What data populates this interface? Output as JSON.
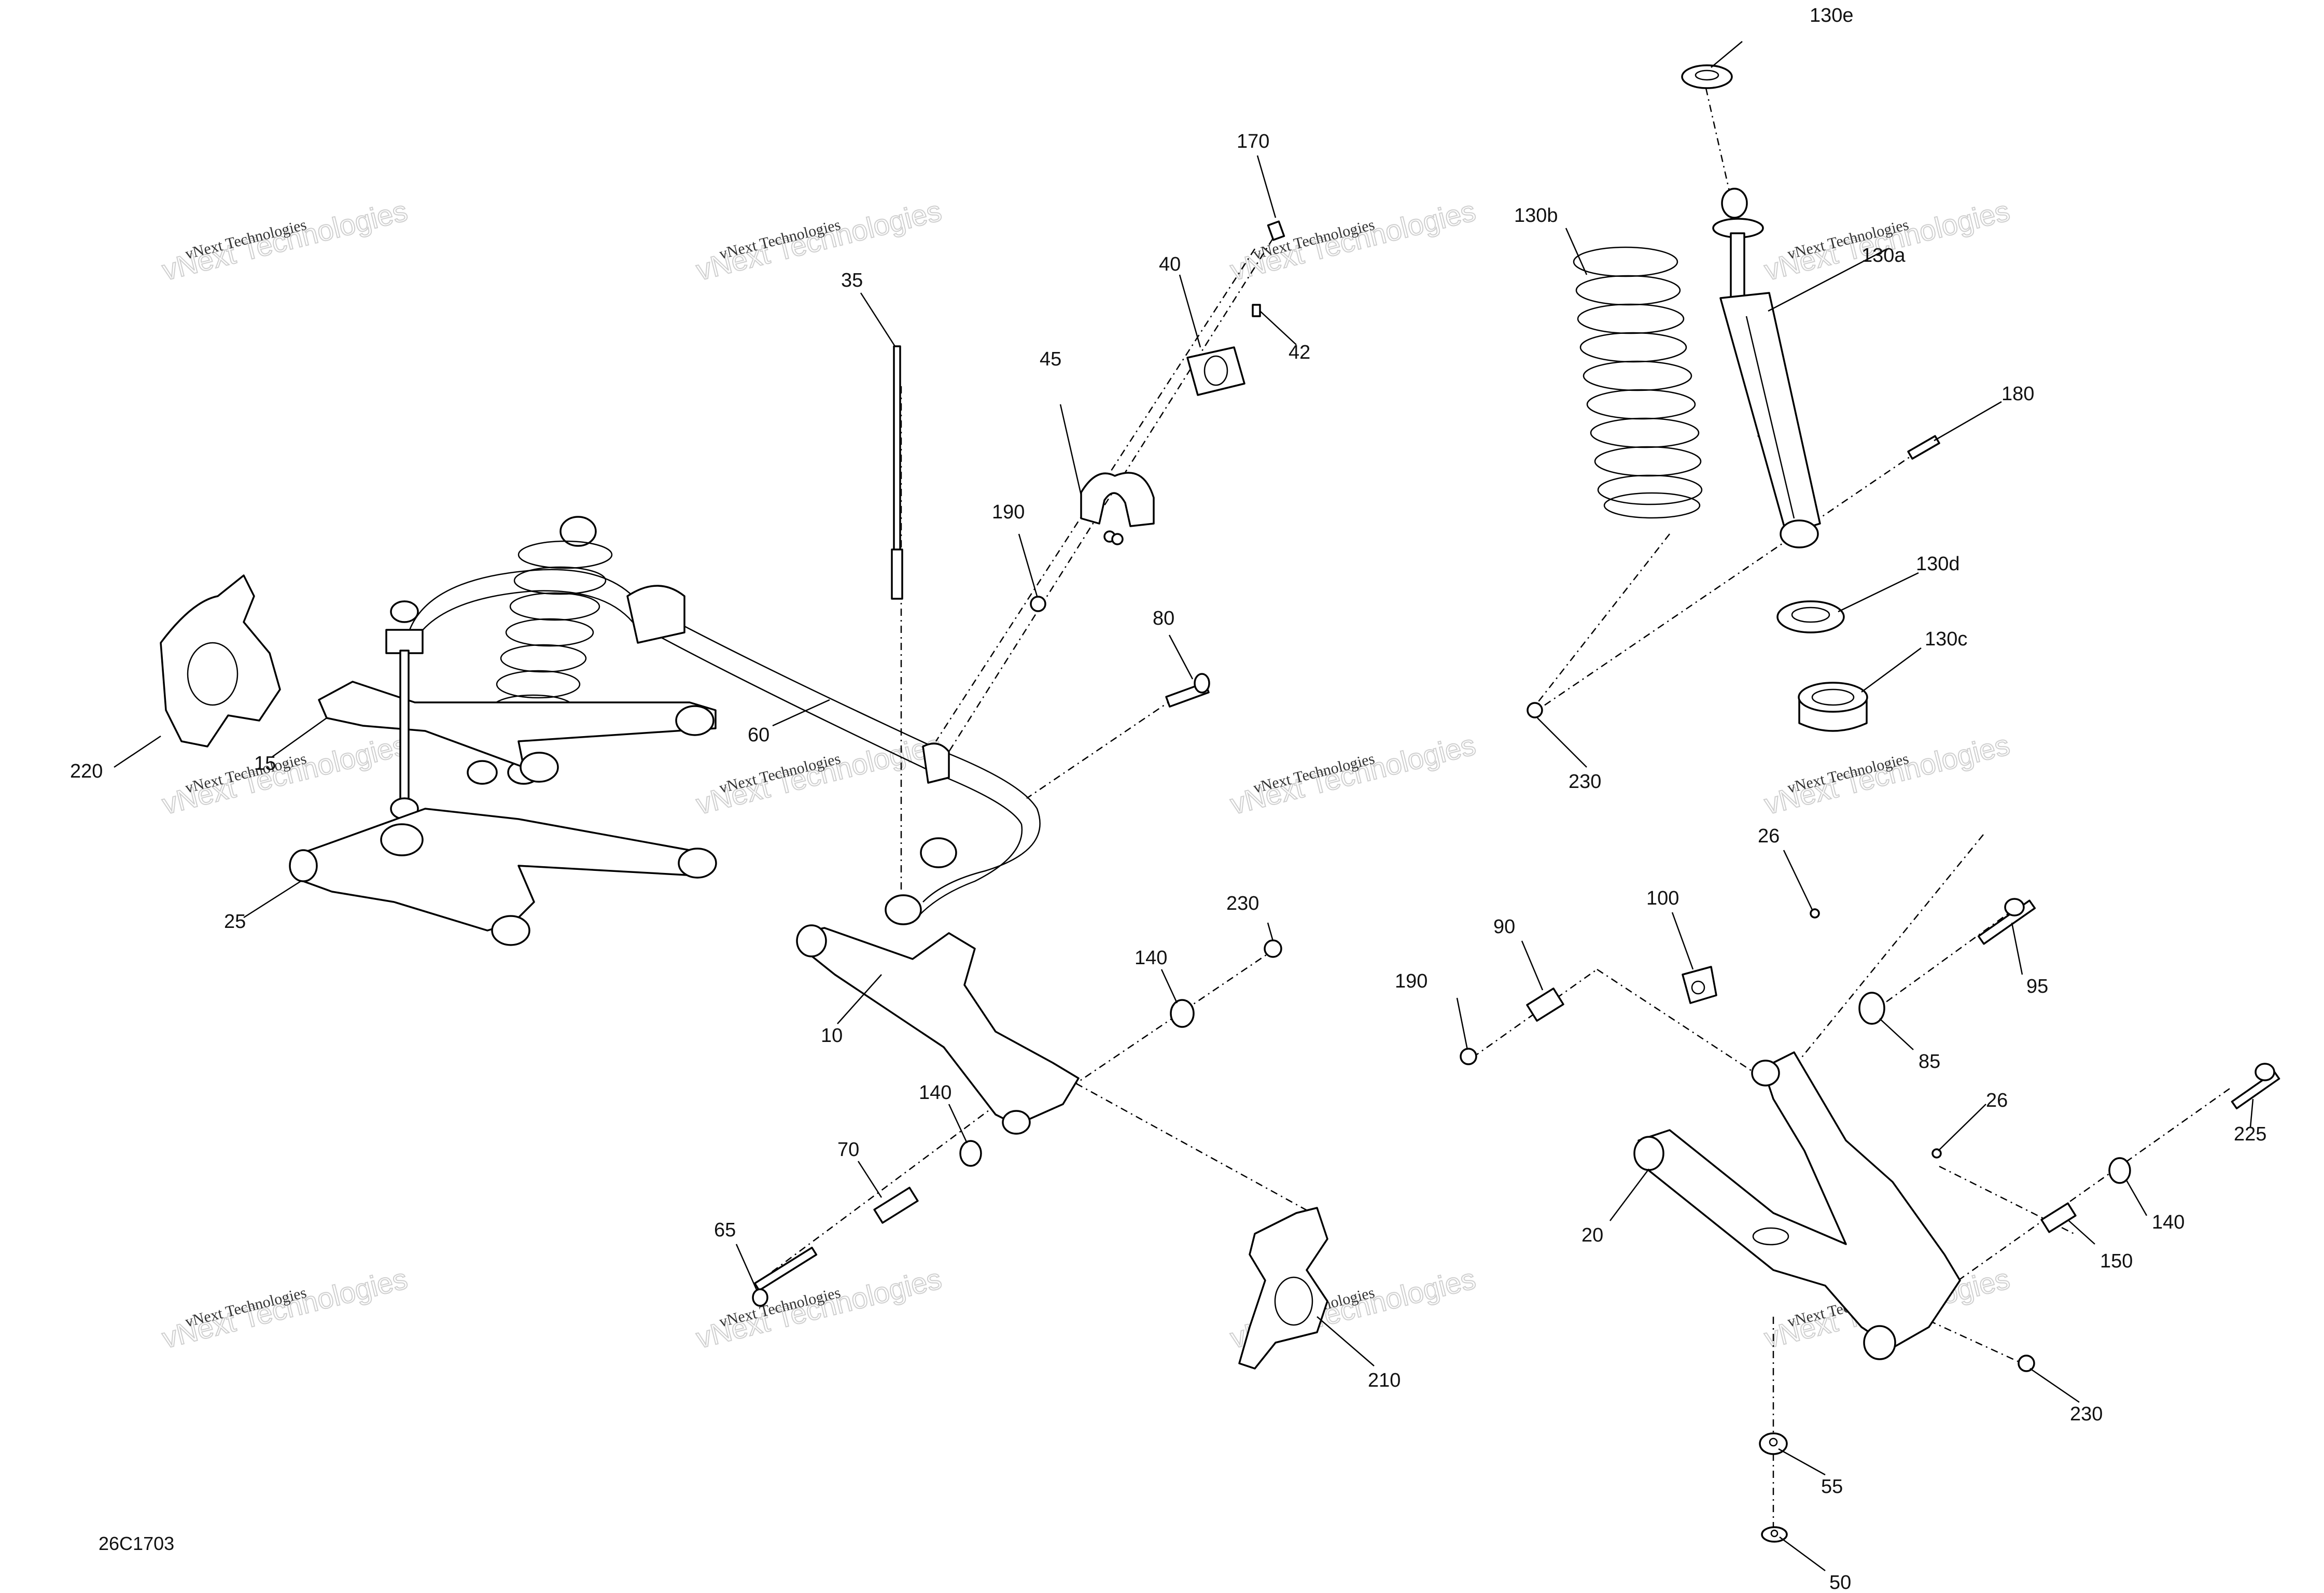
{
  "diagram_code": "26C1703",
  "watermark": {
    "line1": "vNext Technologies",
    "line2": "vNext Technologies"
  },
  "callouts": {
    "c10": "10",
    "c15": "15",
    "c20": "20",
    "c25": "25",
    "c26a": "26",
    "c26b": "26",
    "c35": "35",
    "c40": "40",
    "c42": "42",
    "c45": "45",
    "c50": "50",
    "c55": "55",
    "c60": "60",
    "c65": "65",
    "c70": "70",
    "c80": "80",
    "c85": "85",
    "c90": "90",
    "c95": "95",
    "c100": "100",
    "c130a": "130a",
    "c130b": "130b",
    "c130c": "130c",
    "c130d": "130d",
    "c130e": "130e",
    "c140a": "140",
    "c140b": "140",
    "c140c": "140",
    "c150": "150",
    "c170": "170",
    "c180": "180",
    "c190a": "190",
    "c190b": "190",
    "c210": "210",
    "c220": "220",
    "c225": "225",
    "c230a": "230",
    "c230b": "230",
    "c230c": "230"
  }
}
